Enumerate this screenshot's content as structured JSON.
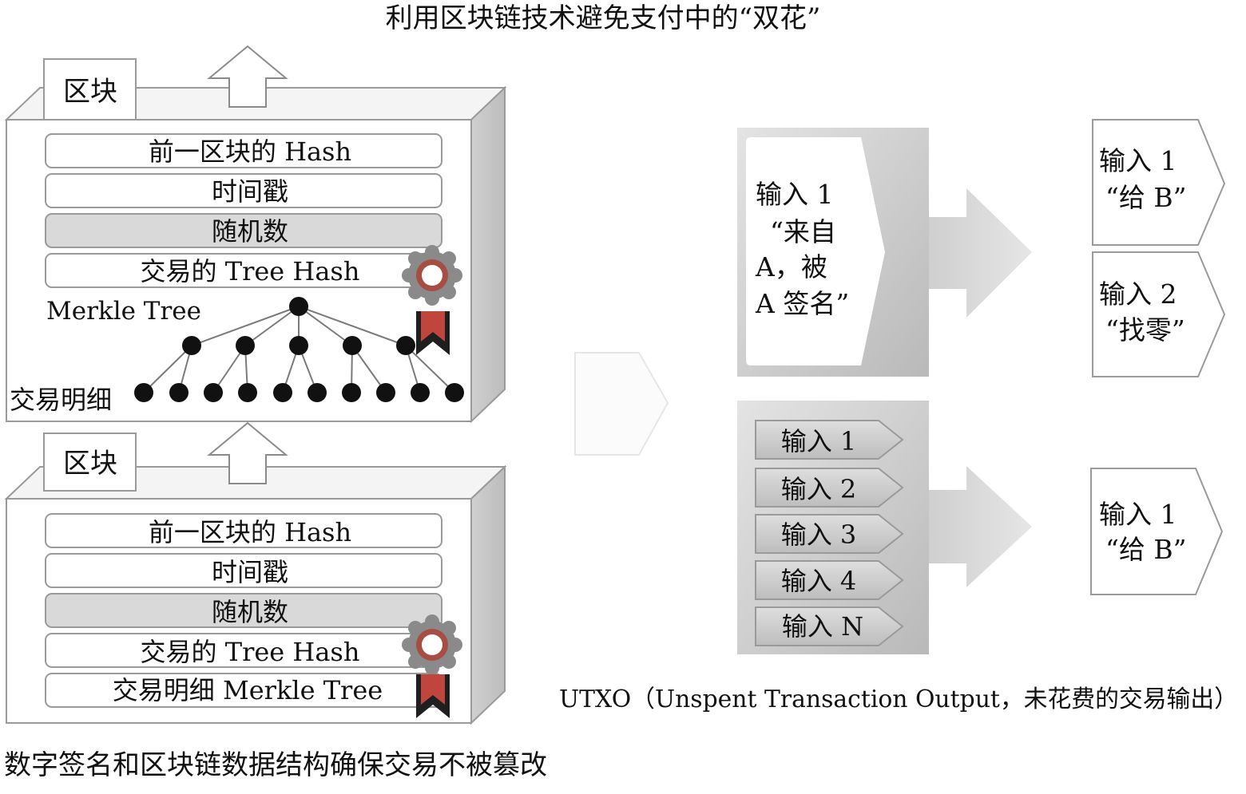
{
  "title": "利用区块链技术避免支付中的“双花”",
  "caption_left": "数字签名和区块链数据结构确保交易不被篡改",
  "caption_right": "UTXO（Unspent Transaction Output，未花费的交易输出）",
  "block_top": {
    "tab_label": "区块",
    "rows": [
      "前一区块的 Hash",
      "时间戳",
      "随机数",
      "交易的 Tree Hash"
    ],
    "merkle_label": "Merkle Tree",
    "detail_label": "交易明细"
  },
  "block_bottom": {
    "tab_label": "区块",
    "rows": [
      "前一区块的 Hash",
      "时间戳",
      "随机数",
      "交易的 Tree Hash",
      "交易明细 Merkle Tree"
    ]
  },
  "tx_top": {
    "input_lines": [
      "输入 1",
      "“来自",
      "A，被",
      "A 签名”"
    ],
    "outputs": [
      {
        "lines": [
          "输入 1",
          "“给 B”"
        ]
      },
      {
        "lines": [
          "输入 2",
          "“找零”"
        ]
      }
    ]
  },
  "tx_bottom": {
    "inputs": [
      "输入 1",
      "输入 2",
      "输入 3",
      "输入 4",
      "输入 N"
    ],
    "output_lines": [
      "输入 1",
      "“给 B”"
    ]
  },
  "colors": {
    "nonce_fill": "#d9d9d9",
    "badge_red": "#c0463d",
    "arrow_gray": "#d4d4d4",
    "panel_gray": "#c9c9c9"
  },
  "icons": [
    "up-arrow-icon",
    "gear-seal-icon",
    "ribbon-icon",
    "chevron-arrow-icon"
  ]
}
